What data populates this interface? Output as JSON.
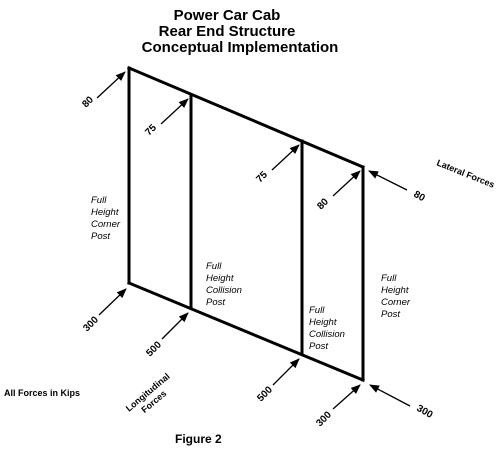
{
  "title": {
    "line1": "Power Car Cab",
    "line2": "Rear End Structure",
    "line3": "Conceptual Implementation"
  },
  "posts": {
    "left_corner": [
      "Full",
      "Height",
      "Corner",
      "Post"
    ],
    "left_collision": [
      "Full",
      "Height",
      "Collision",
      "Post"
    ],
    "right_collision": [
      "Full",
      "Height",
      "Collision",
      "Post"
    ],
    "right_corner": [
      "Full",
      "Height",
      "Corner",
      "Post"
    ]
  },
  "forces": {
    "top_left_lateral": "80",
    "left_collision_top": "75",
    "right_collision_top": "75",
    "right_corner_top": "80",
    "right_lateral": "80",
    "bottom_left_longitudinal": "300",
    "left_collision_bottom": "500",
    "right_collision_bottom": "500",
    "bottom_right_longitudinal": "300",
    "bottom_right_lateral": "300"
  },
  "labels": {
    "lateral_forces": "Lateral Forces",
    "longitudinal_forces_line1": "Longitudinal",
    "longitudinal_forces_line2": "Forces",
    "units_note": "All Forces in Kips",
    "figure": "Figure 2"
  }
}
